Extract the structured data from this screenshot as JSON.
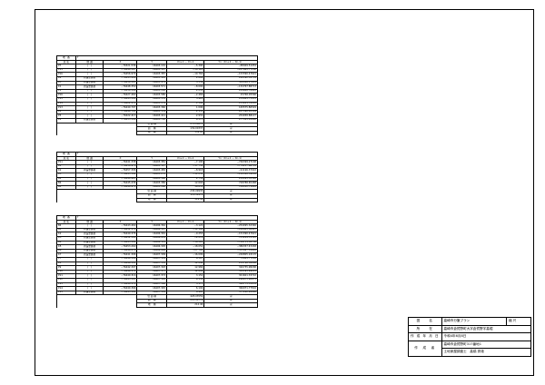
{
  "title_block": {
    "name_label": "図　　名",
    "name_value": "高崎市分筆プラン",
    "status": "縮 尺",
    "location_label": "所　　在",
    "location_value": "高崎市倉賀野町大字倉賀野字高堀",
    "date_label": "作 成 年 月 日",
    "date_value": "令和4年6月8日",
    "author_label": "作　成　者",
    "author_address": "高崎市倉賀野町317番地1",
    "author_name": "土地家屋調査士　高橋 秀雄"
  },
  "tables": [
    {
      "section_label": "地　番",
      "section_value": "7",
      "headers": [
        "点 名",
        "標 識",
        "X",
        "Y",
        "Xn+1 − Xn-1",
        "Yn（Xn+1 − Xn-1）"
      ],
      "rows": [
        [
          "P7",
          "(　)",
          "−76321.536",
          "16403.101",
          "−5.390",
          "−88409.51054"
        ],
        [
          "P11",
          "(　)",
          "−76440.367",
          "16403.387",
          "−10.120",
          "−227463.77180"
        ],
        [
          "P16",
          "(　)",
          "−76456.979",
          "16403.387",
          "−10.762",
          "−153390.47621"
        ],
        [
          "K2",
          "新設金属標",
          "−76445.466",
          "16403.418",
          "2.869",
          "294592.52714"
        ],
        [
          "K3",
          "新設金属標",
          "−76439.305",
          "16403.471",
          "5.339",
          "309388.17953"
        ],
        [
          "K1",
          "新設金属標",
          "−76448.350",
          "16403.571",
          "−8.092",
          "−132767.88713"
        ],
        [
          "P1",
          "(　)",
          "−76439.396",
          "16403.180",
          "2.251",
          "224688.78695"
        ],
        [
          "P16",
          "(　)",
          "−76427.460",
          "16403.580",
          "−2.469",
          "25768.05566"
        ],
        [
          "P15",
          "(　)",
          "−76445.380",
          "16403.376",
          "3.920",
          "159461.73453"
        ],
        [
          "P14",
          "(　)",
          "−76422.571",
          "16403.174",
          "1.596",
          "131611.70222"
        ],
        [
          "P13",
          "(　)",
          "−76440.797",
          "16403.360",
          "1.096",
          "165575.86549"
        ],
        [
          "P4",
          "(　)",
          "−76440.791",
          "16403.359",
          "2.155",
          "207390.85509"
        ],
        [
          "P3",
          "(　)",
          "−76422.413",
          "16403.411",
          "2.931",
          "254058.88147"
        ],
        [
          "P2",
          "新設金属標",
          "−76433.386",
          "16403.792",
          "4.373",
          "277525.85662"
        ]
      ],
      "summary": [
        {
          "label": "倍 面 積",
          "value": "278.00674",
          "unit": "㎡"
        },
        {
          "label": "面　 積",
          "value": "139.00337",
          "unit": "㎡"
        },
        {
          "label": "地　 積",
          "value": "139.00",
          "unit": "㎡"
        }
      ]
    },
    {
      "section_label": "地　番",
      "section_value": "7",
      "headers": [
        "点 名",
        "標 識",
        "X",
        "Y",
        "Xn+1 − Xn-1",
        "Yn（Xn+1 − Xn-1）"
      ],
      "rows": [
        [
          "P11",
          "(　)",
          "−76441.338",
          "16403.381",
          "−7.190",
          "−746399.27168"
        ],
        [
          "K1",
          "(　)",
          "−76438.976",
          "16403.397",
          "−17.752",
          "−778257.66744"
        ],
        [
          "K2",
          "新設金属標",
          "−76457.306",
          "16403.482",
          "−8.918",
          "−91196.37022"
        ],
        [
          "K3",
          "(　)",
          "−76445.394",
          "16403.270",
          "−11.032",
          "−218526.34218"
        ],
        [
          "B2",
          "(　)",
          "−76440.963",
          "16403.360",
          "2.759",
          "238095.32346"
        ],
        [
          "B4",
          "(　)",
          "−76445.436",
          "16403.380",
          "12.604",
          "728788.65468"
        ],
        [
          "B1",
          "(　)",
          "−76440.474",
          "16403.160",
          "19.631",
          "789552.71883"
        ]
      ],
      "summary": [
        {
          "label": "倍 面 積",
          "value": "238.99935",
          "unit": "㎡"
        },
        {
          "label": "面　 積",
          "value": "119.49976",
          "unit": "㎡"
        },
        {
          "label": "地　 積",
          "value": "119.49",
          "unit": "㎡"
        }
      ]
    },
    {
      "section_label": "地　番",
      "section_value": "7",
      "headers": [
        "点 名",
        "標 識",
        "X",
        "Y",
        "Xn+1 − Xn-1",
        "Yn（Xn+1 − Xn-1）"
      ],
      "rows": [
        [
          "B4",
          "(　)",
          "−76443.460",
          "16406.362",
          "−3.122",
          "−254095.32346"
        ],
        [
          "B1",
          "新設金属標",
          "−76432.379",
          "16406.387",
          "−11.192",
          "−180905.56407"
        ],
        [
          "K2",
          "新設金属標",
          "−76449.376",
          "16406.391",
          "−9.253",
          "−151390.47621"
        ],
        [
          "K3",
          "新設金属標",
          "−76452.580",
          "16406.019",
          "−2.276",
          "−33229.31595"
        ],
        [
          "K4",
          "新設金属標",
          "−76445.301",
          "16406.311",
          "−16.226",
          "−769731.30756"
        ],
        [
          "K5",
          "新設金属標",
          "−76453.260",
          "16406.305",
          "−18.052",
          "−386357.67248"
        ],
        [
          "K6",
          "新設金属標",
          "−76446.276",
          "16406.864",
          "−27.795",
          "−333427.35685"
        ],
        [
          "K7",
          "新設金属標",
          "−76441.306",
          "16407.309",
          "−16.099",
          "−246805.22115"
        ],
        [
          "P7",
          "(　)",
          "−76449.306",
          "16407.319",
          "6.367",
          "72961.77128"
        ],
        [
          "P8",
          "(　)",
          "−76446.301",
          "16407.352",
          "12.846",
          "232796.30246"
        ],
        [
          "P9",
          "(　)",
          "−76442.307",
          "16407.393",
          "12.984",
          "320735.98296"
        ],
        [
          "P10",
          "(　)",
          "−76446.372",
          "16407.377",
          "12.889",
          "329595.99223"
        ],
        [
          "P11",
          "(　)",
          "−76440.316",
          "16407.373",
          "3.152",
          "301601.33722"
        ],
        [
          "P12",
          "(　)",
          "−76445.385",
          "16407.361",
          "4.132",
          "298673.90675"
        ],
        [
          "P13",
          "(　)",
          "−76440.374",
          "16407.380",
          "5.173",
          "320775.35976"
        ],
        [
          "P14",
          "(　)",
          "−76440.366",
          "16407.345",
          "6.192",
          "366971.77816"
        ],
        [
          "P15",
          "新設金属標",
          "−76445.381",
          "16407.352",
          "8.993",
          "377162.28982"
        ]
      ],
      "summary": [
        {
          "label": "倍 面 積",
          "value": "428.93559",
          "unit": "㎡"
        },
        {
          "label": "面　 積",
          "value": "214.46779",
          "unit": "㎡"
        },
        {
          "label": "地　 積",
          "value": "214.46",
          "unit": "㎡"
        }
      ]
    }
  ]
}
